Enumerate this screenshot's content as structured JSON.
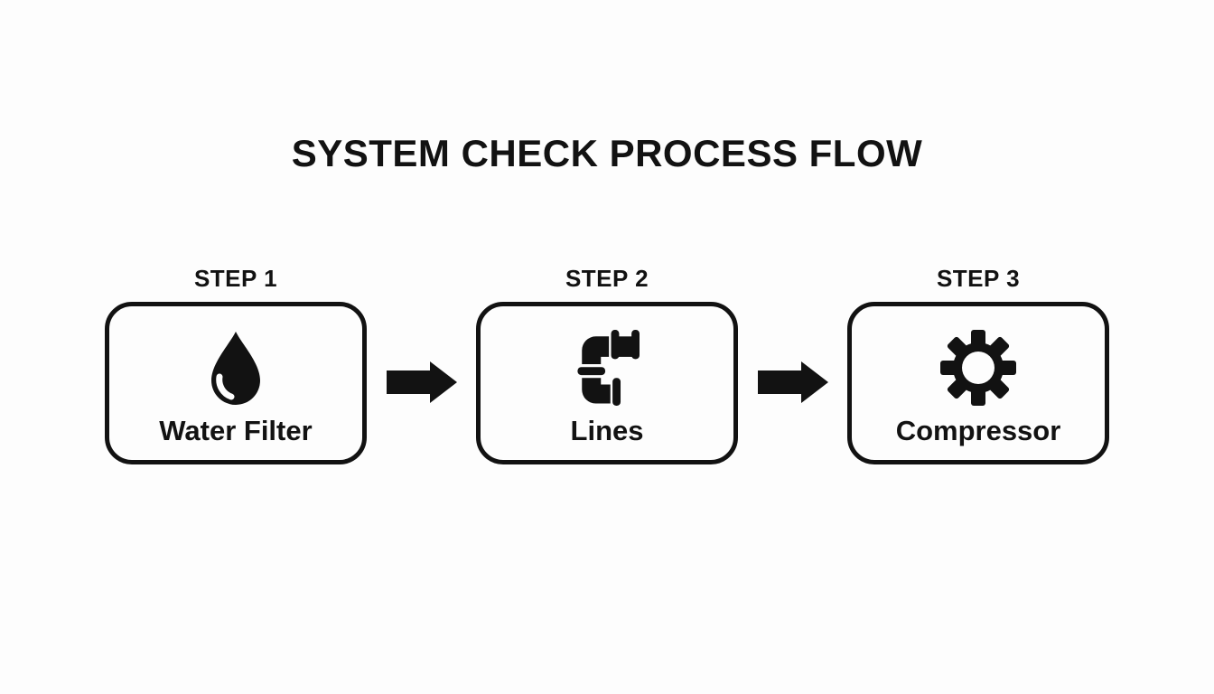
{
  "title": "SYSTEM CHECK PROCESS FLOW",
  "steps": [
    {
      "label": "STEP 1",
      "name": "Water Filter",
      "icon": "water-drop-icon"
    },
    {
      "label": "STEP 2",
      "name": "Lines",
      "icon": "pipe-icon"
    },
    {
      "label": "STEP 3",
      "name": "Compressor",
      "icon": "gear-icon"
    }
  ],
  "connectors": {
    "icon": "arrow-right-icon",
    "count": 2
  },
  "colors": {
    "ink": "#121212",
    "background": "#fdfdfd"
  }
}
